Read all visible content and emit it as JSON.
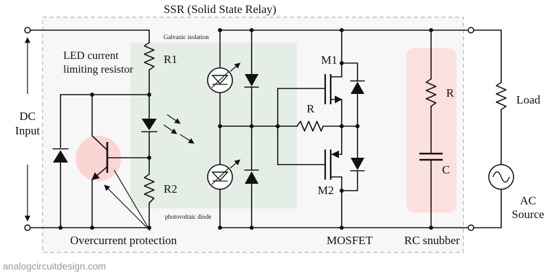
{
  "title": "SSR (Solid State Relay)",
  "labels": {
    "dc_input": [
      "DC",
      "Input"
    ],
    "led_resistor": [
      "LED current",
      "limiting resistor"
    ],
    "r1": "R1",
    "r2": "R2",
    "galvanic": "Galvanic isolation",
    "photovoltaic": "photovoltaic diode",
    "m1": "M1",
    "m2": "M2",
    "r_gate": "R",
    "r_snubber": "R",
    "c_snubber": "C",
    "load": "Load",
    "ac_source": [
      "AC",
      "Source"
    ],
    "overcurrent": "Overcurrent protection",
    "mosfet": "MOSFET",
    "rc_snubber": "RC snubber",
    "watermark": "analogcircuitdesign.com"
  },
  "colors": {
    "isolation_fill": "#e4eee6",
    "snubber_fill": "#fbe0e0",
    "transistor_fill": "#fbd4d4",
    "border_dash": "#b5b5b5",
    "housing_fill": "#f7f7f7"
  }
}
